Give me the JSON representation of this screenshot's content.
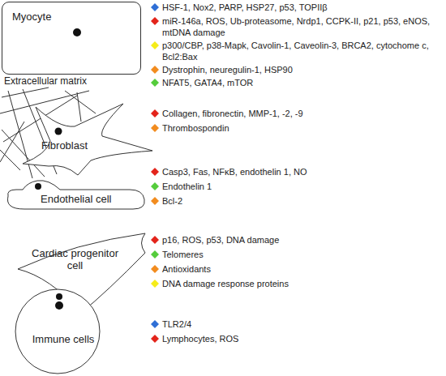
{
  "diagram": {
    "nodes": [
      {
        "text": [
          "Myocyte"
        ]
      },
      {
        "text": [
          "Fibroblast"
        ]
      },
      {
        "text": [
          "Endothelial cell"
        ]
      },
      {
        "text": [
          "Cardiac progenitor cell"
        ]
      },
      {
        "text": [
          "Immune cells"
        ]
      }
    ],
    "labels": [
      "Extracellular matrix",
      "HSF-1, Nox2, PARP, HSP27, p53, TOPIIβ",
      "miR-146a, ROS, Ub-proteasome, Nrdp1, CCPK-II, p21, p53, eNOS, mtDNA damage",
      "p300/CBP, p38-Mapk, Cavolin-1, Caveolin-3, BRCA2, cytochome c, Bcl2:Bax",
      "Dystrophin, neuregulin-1, HSP90",
      "NFAT5, GATA4, mTOR",
      "Collagen, fibronectin, MMP-1, -2, -9",
      "Thrombospondin",
      "Casp3, Fas, NFκB, endothelin 1, NO",
      "Endothelin 1",
      "Bcl-2",
      "p16, ROS, p53, DNA damage",
      "Telomeres",
      "Antioxidants",
      "DNA damage response proteins",
      "TLR2/4",
      "Lymphocytes, ROS"
    ]
  }
}
